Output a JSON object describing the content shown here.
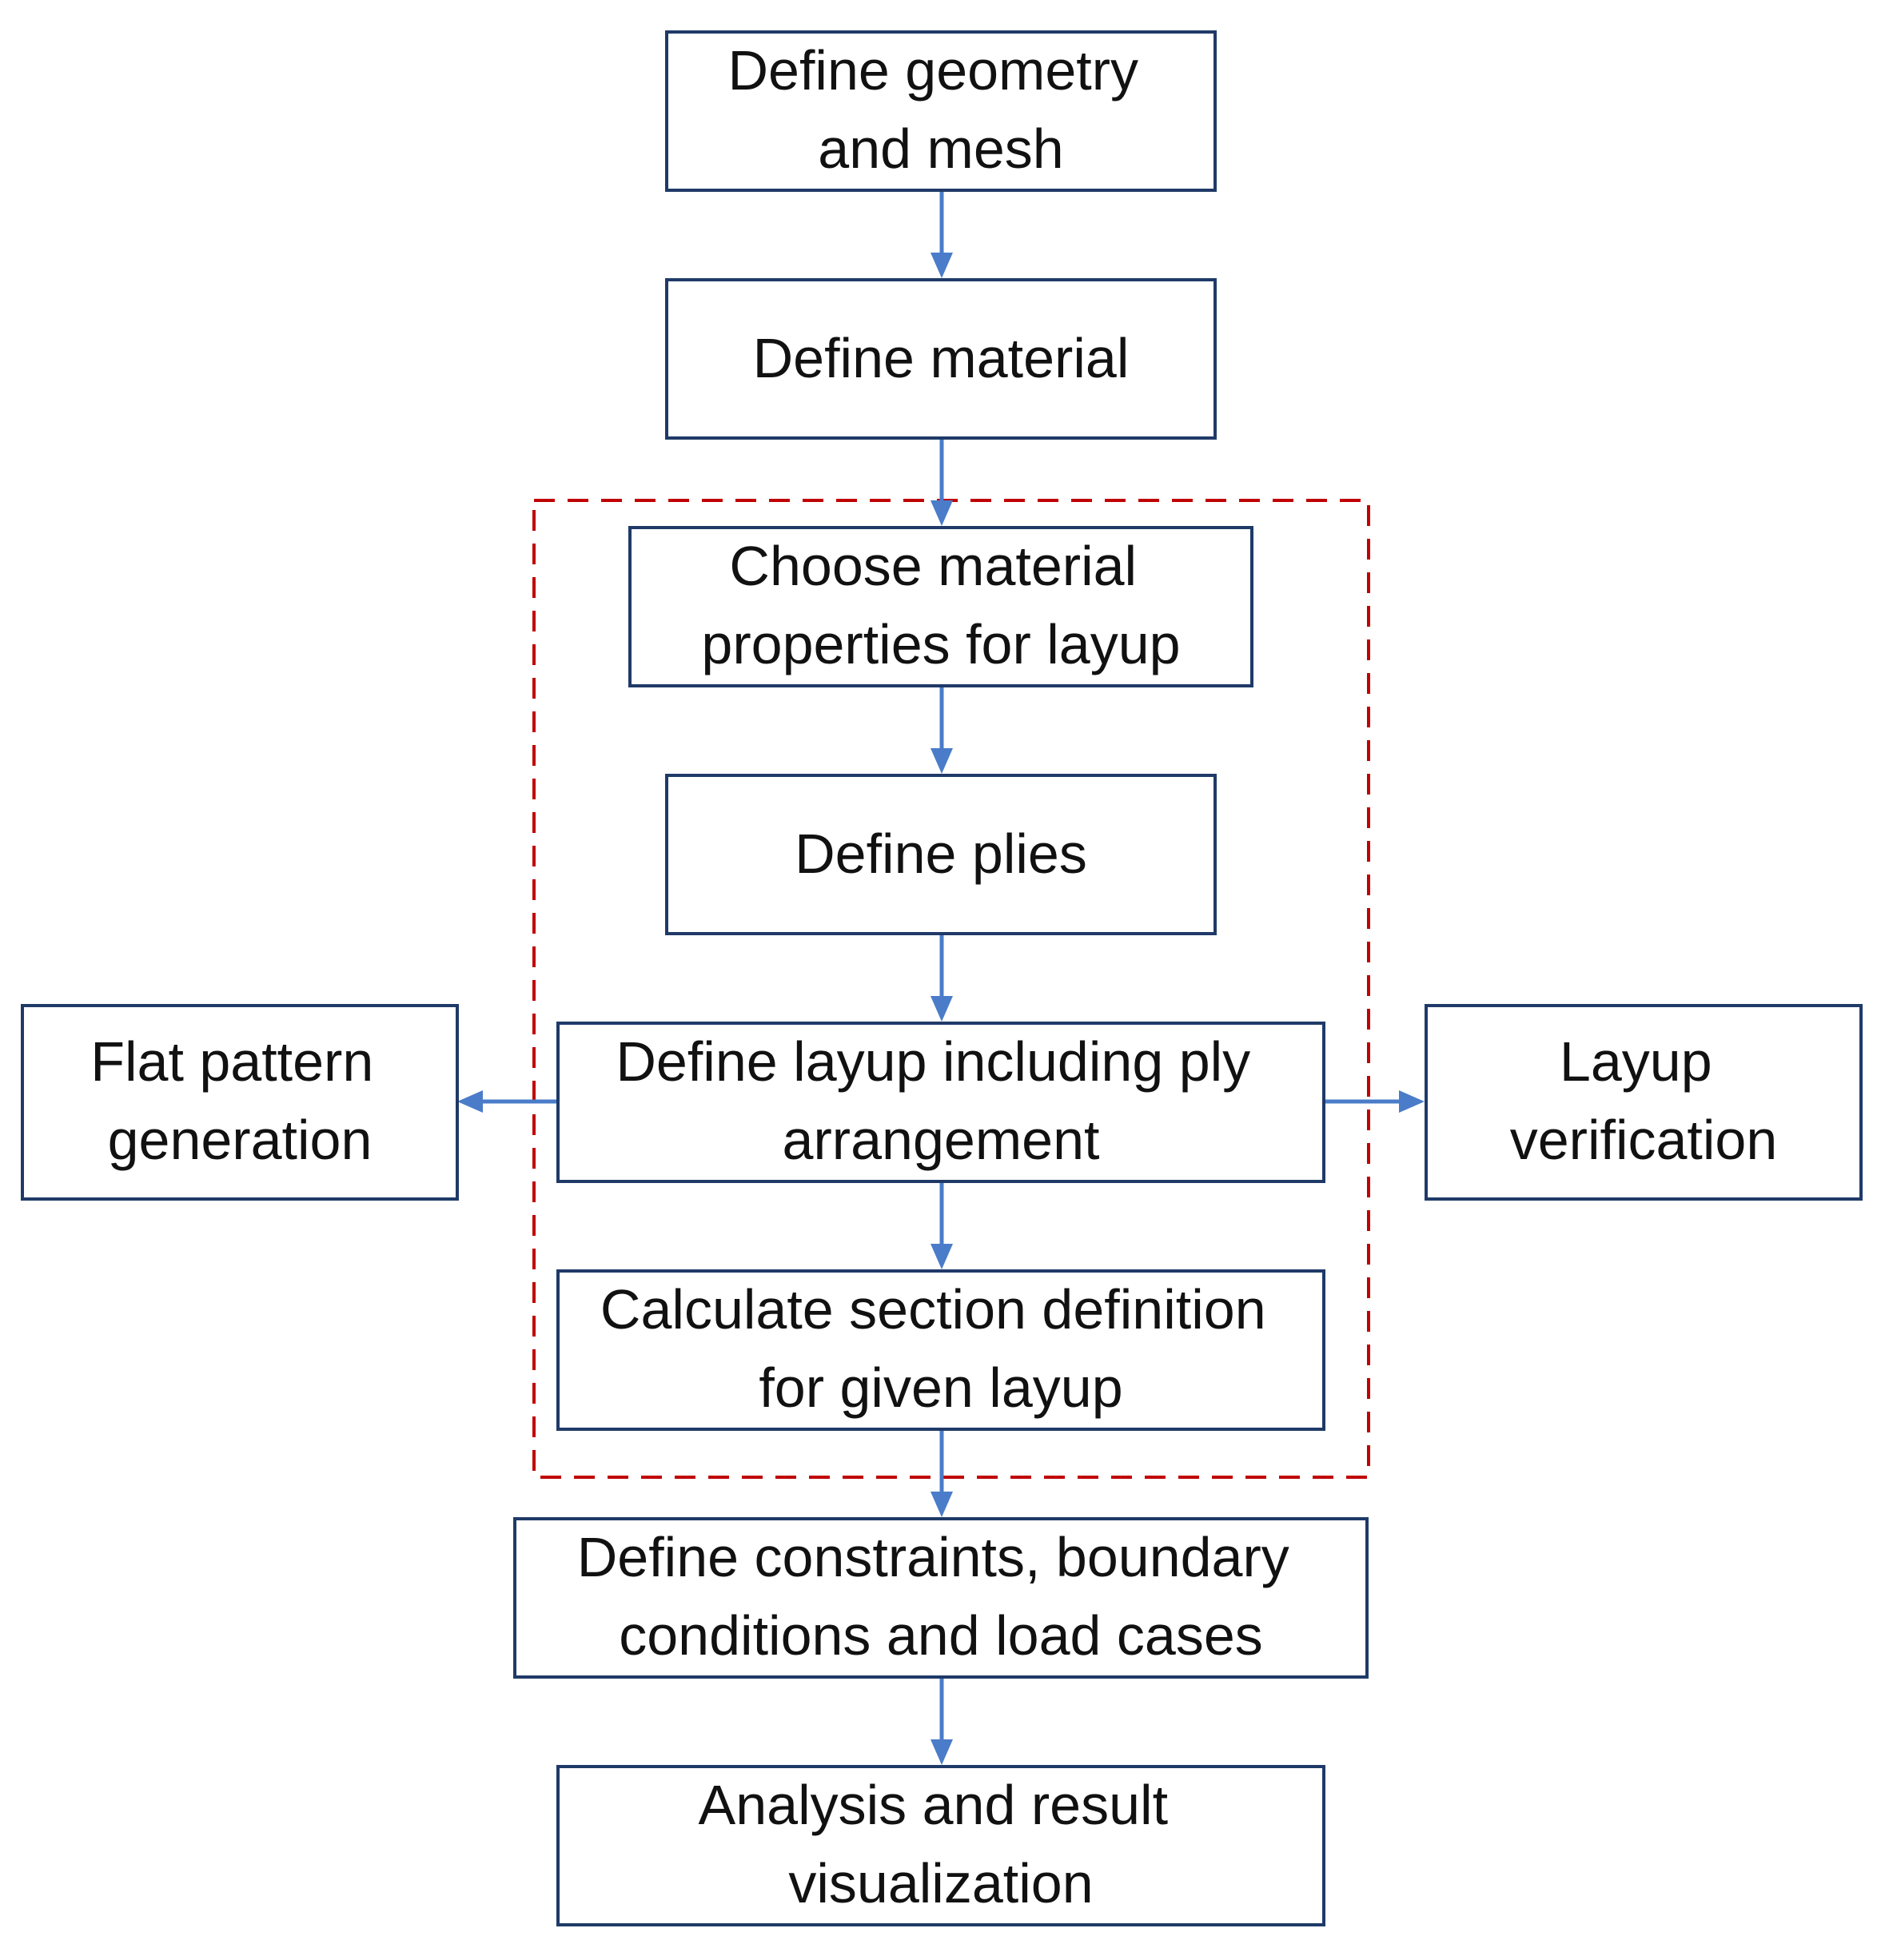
{
  "diagram": {
    "nodes": {
      "geometry": {
        "lines": [
          "Define geometry",
          "and mesh"
        ]
      },
      "material": {
        "lines": [
          "Define material"
        ]
      },
      "choose": {
        "lines": [
          "Choose material",
          "properties for layup"
        ]
      },
      "plies": {
        "lines": [
          "Define plies"
        ]
      },
      "layup": {
        "lines": [
          "Define layup including ply",
          "arrangement"
        ]
      },
      "section": {
        "lines": [
          "Calculate section definition",
          "for given layup"
        ]
      },
      "constraints": {
        "lines": [
          "Define constraints, boundary",
          "conditions and load cases"
        ]
      },
      "analysis": {
        "lines": [
          "Analysis and result",
          "visualization"
        ]
      },
      "flat": {
        "lines": [
          "Flat pattern",
          "generation"
        ]
      },
      "verify": {
        "lines": [
          "Layup",
          "verification"
        ]
      }
    },
    "colors": {
      "box_border": "#1f3a68",
      "arrow": "#4a7cc9",
      "dashed_group": "#c00000",
      "text": "#111111"
    }
  }
}
